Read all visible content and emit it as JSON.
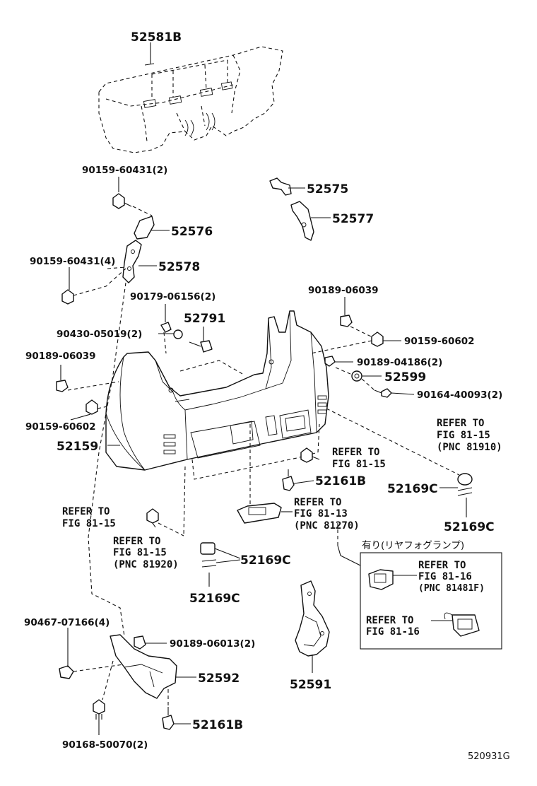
{
  "labels": {
    "p52581B": "52581B",
    "p90159_60431_2": "90159-60431(2)",
    "p52575": "52575",
    "p52577": "52577",
    "p52576": "52576",
    "p90159_60431_4": "90159-60431(4)",
    "p52578": "52578",
    "p90179_06156_2": "90179-06156(2)",
    "p90189_06039_r": "90189-06039",
    "p52791": "52791",
    "p90430_05019_2": "90430-05019(2)",
    "p90159_60602_r": "90159-60602",
    "p90189_06039_l": "90189-06039",
    "p90189_04186_2": "90189-04186(2)",
    "p52599": "52599",
    "p90164_40093_2": "90164-40093(2)",
    "p90159_60602_l": "90159-60602",
    "p52159": "52159",
    "p52161B_top": "52161B",
    "p52169C_r1": "52169C",
    "p52169C_r2": "52169C",
    "p52169C_m1": "52169C",
    "p52169C_m2": "52169C",
    "p90467_07166_4": "90467-07166(4)",
    "p90189_06013_2": "90189-06013(2)",
    "p52592": "52592",
    "p52591": "52591",
    "p90168_50070_2": "90168-50070(2)",
    "p52161B_bot": "52161B"
  },
  "refs": {
    "r_fig8115_pnc81910_l1": "REFER TO",
    "r_fig8115_pnc81910_l2": "FIG 81-15",
    "r_fig8115_pnc81910_l3": "(PNC 81910)",
    "r_fig8115_a_l1": "REFER TO",
    "r_fig8115_a_l2": "FIG 81-15",
    "r_fig8113_l1": "REFER TO",
    "r_fig8113_l2": "FIG 81-13",
    "r_fig8113_l3": "(PNC 81270)",
    "r_fig8115_b_l1": "REFER TO",
    "r_fig8115_b_l2": "FIG 81-15",
    "r_fig8115_pnc81920_l1": "REFER TO",
    "r_fig8115_pnc81920_l2": "FIG 81-15",
    "r_fig8115_pnc81920_l3": "(PNC 81920)",
    "r_fig8116_a_l1": "REFER TO",
    "r_fig8116_a_l2": "FIG 81-16",
    "r_fig8116_a_l3": "(PNC 81481F)",
    "r_fig8116_b_l1": "REFER TO",
    "r_fig8116_b_l2": "FIG 81-16"
  },
  "inset_title": "有り(リヤフォグランプ)",
  "figure_code": "520931G"
}
